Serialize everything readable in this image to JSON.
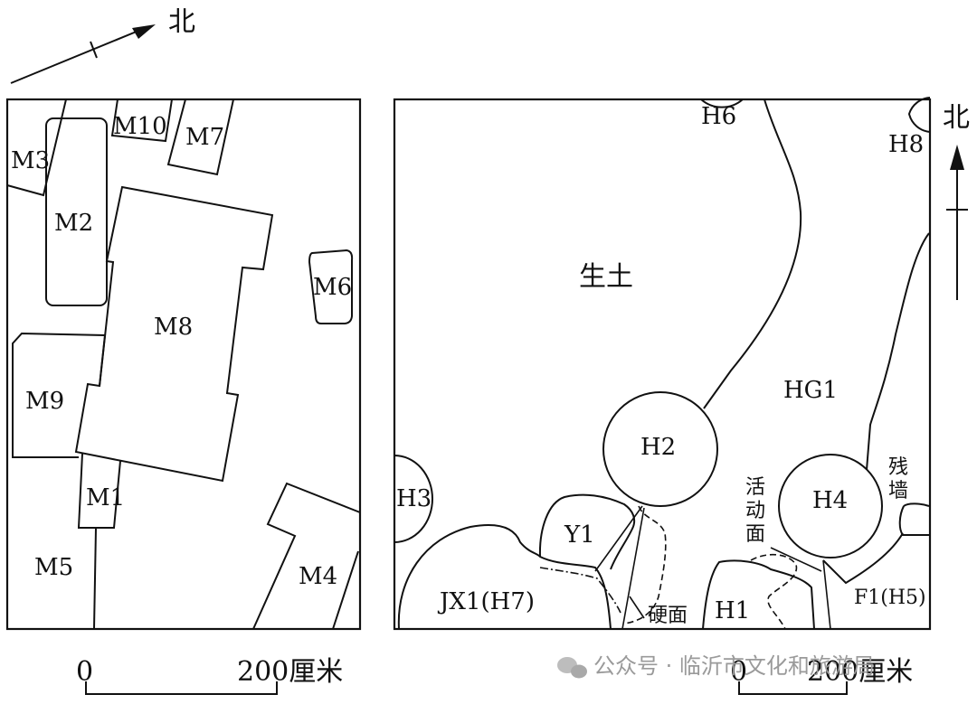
{
  "north_label": "北",
  "left_panel": {
    "features": [
      {
        "id": "m3",
        "label": "M3"
      },
      {
        "id": "m10",
        "label": "M10"
      },
      {
        "id": "m7",
        "label": "M7"
      },
      {
        "id": "m2",
        "label": "M2"
      },
      {
        "id": "m6",
        "label": "M6"
      },
      {
        "id": "m8",
        "label": "M8"
      },
      {
        "id": "m9",
        "label": "M9"
      },
      {
        "id": "m1",
        "label": "M1"
      },
      {
        "id": "m5",
        "label": "M5"
      },
      {
        "id": "m4",
        "label": "M4"
      }
    ],
    "scale": {
      "start": "0",
      "end": "200厘米"
    }
  },
  "right_panel": {
    "features": [
      {
        "id": "h6",
        "label": "H6"
      },
      {
        "id": "h8",
        "label": "H8"
      },
      {
        "id": "shengtu",
        "label": "生土"
      },
      {
        "id": "hg1",
        "label": "HG1"
      },
      {
        "id": "h2",
        "label": "H2"
      },
      {
        "id": "h3",
        "label": "H3"
      },
      {
        "id": "h4",
        "label": "H4"
      },
      {
        "id": "y1",
        "label": "Y1"
      },
      {
        "id": "jx1",
        "label": "JX1(H7)"
      },
      {
        "id": "h1",
        "label": "H1"
      },
      {
        "id": "f1",
        "label": "F1(H5)"
      },
      {
        "id": "yingmian",
        "label": "硬面"
      }
    ],
    "vertical_notes": {
      "huodongmian": [
        "活",
        "动",
        "面"
      ],
      "canqiang": [
        "残",
        "墙"
      ]
    },
    "scale": {
      "start": "0",
      "end": "200厘米"
    }
  },
  "watermark": "公众号 · 临沂市文化和旅游局"
}
